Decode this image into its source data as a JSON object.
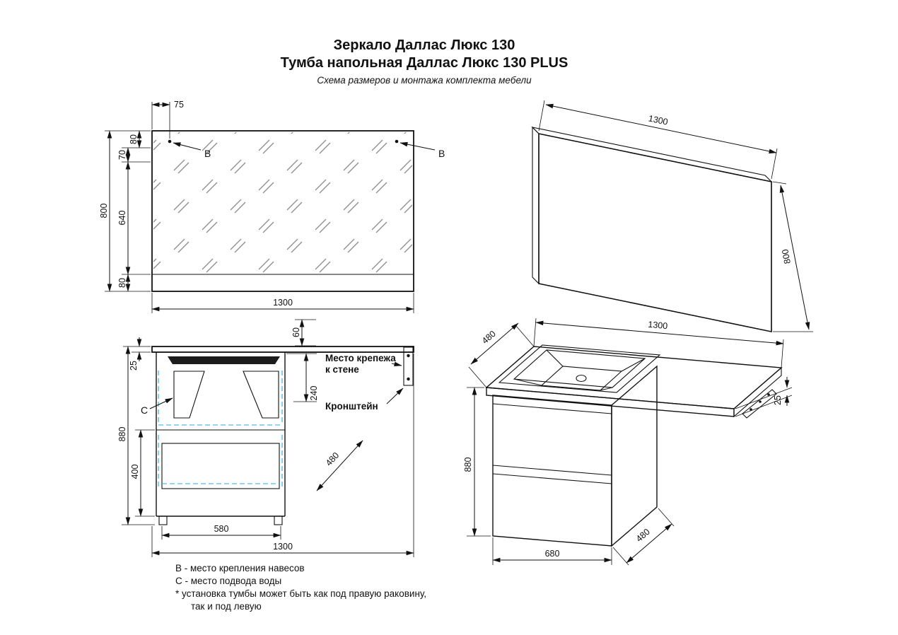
{
  "title": {
    "line1": "Зеркало Даллас Люкс 130",
    "line2": "Тумба напольная Даллас Люкс 130 PLUS",
    "subtitle": "Схема размеров и монтажа комплекта мебели"
  },
  "colors": {
    "line": "#111111",
    "dashed_accent": "#29a9e1",
    "fill_gray": "#d8d8d8",
    "sink_dark": "#1c1c1c"
  },
  "mirror_front": {
    "dim_75": "75",
    "dim_80_top": "80",
    "dim_70": "70",
    "dim_640": "640",
    "dim_80_bottom": "80",
    "dim_800": "800",
    "dim_1300": "1300",
    "label_b_left": "В",
    "label_b_right": "В"
  },
  "mirror_iso": {
    "dim_1300": "1300",
    "dim_800": "800"
  },
  "cabinet_front": {
    "dim_60": "60",
    "dim_25": "25",
    "dim_240": "240",
    "dim_880": "880",
    "dim_400": "400",
    "dim_480_depth": "480",
    "dim_580": "580",
    "dim_1300": "1300",
    "label_c": "С",
    "note_mount_line1": "Место крепежа",
    "note_mount_line2": "к стене",
    "note_bracket": "Кронштейн"
  },
  "cabinet_iso": {
    "dim_480_top": "480",
    "dim_1300": "1300",
    "dim_880": "880",
    "dim_25": "25",
    "dim_680": "680",
    "dim_480_bottom": "480"
  },
  "legend": {
    "line_b": "В - место крепления навесов",
    "line_c": "С - место подвода воды",
    "note_line1": "* установка тумбы может быть как под правую раковину,",
    "note_line2": "так и под левую"
  }
}
